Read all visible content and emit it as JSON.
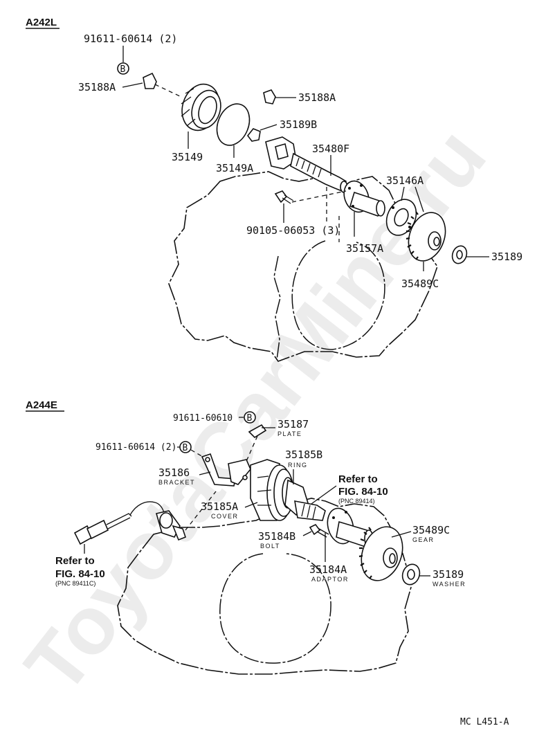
{
  "watermark": "ToyotaCarMine.ru",
  "top_section": {
    "heading": "A242L",
    "labels": {
      "p91611_60614": "91611-60614 (2)",
      "circle_b": "B",
      "p35188A_left": "35188A",
      "p35188A_right": "35188A",
      "p35189B": "35189B",
      "p35149": "35149",
      "p35149A": "35149A",
      "p35480F": "35480F",
      "p35146A": "35146A",
      "p90105": "90105-06053 (3)",
      "p35157A": "35157A",
      "p35189": "35189",
      "p35489C": "35489C"
    }
  },
  "bottom_section": {
    "heading": "A244E",
    "labels": {
      "p91611_60610": "91611-60610",
      "circle_b1": "B",
      "p35187": "35187",
      "p35187_sub": "PLATE",
      "p91611_60614": "91611-60614 (2)",
      "circle_b2": "B",
      "p35185B": "35185B",
      "p35185B_sub": "RING",
      "p35186": "35186",
      "p35186_sub": "BRACKET",
      "refer_right_1": "Refer to",
      "refer_right_2": "FIG. 84-10",
      "refer_right_3": "(PNC 89414)",
      "p35185A": "35185A",
      "p35185A_sub": "COVER",
      "p35489C": "35489C",
      "p35489C_sub": "GEAR",
      "p35184B": "35184B",
      "p35184B_sub": "BOLT",
      "p35184A": "35184A",
      "p35184A_sub": "ADAPTOR",
      "p35189": "35189",
      "p35189_sub": "WASHER",
      "refer_left_1": "Refer to",
      "refer_left_2": "FIG. 84-10",
      "refer_left_3": "(PNC 89411C)"
    }
  },
  "figure_code": "MC L451-A"
}
